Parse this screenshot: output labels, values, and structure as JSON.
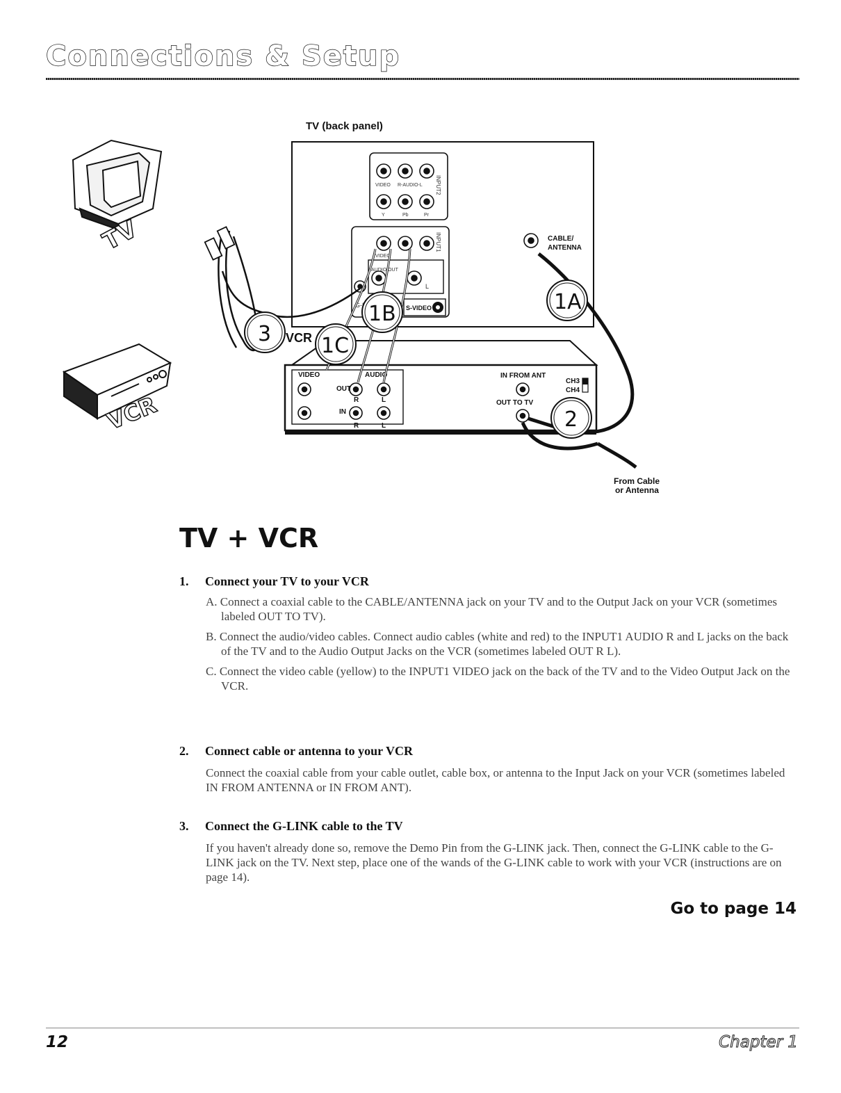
{
  "header": {
    "title": "Connections & Setup"
  },
  "diagram": {
    "tv_panel_title": "TV (back panel)",
    "tv_icon_label": "TV",
    "vcr_icon_label": "VCR",
    "input2_labels": {
      "video": "VIDEO",
      "audio": "R-AUDIO-L",
      "input": "INPUT2",
      "y": "Y",
      "pb": "Pb",
      "pr": "Pr"
    },
    "input1_labels": {
      "input": "INPUT1",
      "video": "VIDEO",
      "audio_out": "AUDIO OUT",
      "l": "L",
      "glink": "G-LINK",
      "svideo": "S-VIDEO"
    },
    "cable_antenna": [
      "CABLE/",
      "ANTENNA"
    ],
    "callouts": {
      "c1a": "1A",
      "c1b": "1B",
      "c1c": "1C",
      "c2": "2",
      "c3": "3"
    },
    "vcr_panel": {
      "tag": "VCR",
      "video": "VIDEO",
      "audio": "AUDIO",
      "out": "OUT",
      "in": "IN",
      "r": "R",
      "l": "L",
      "in_from_ant": "IN FROM ANT",
      "out_to_tv": "OUT TO TV",
      "ch3": "CH3",
      "ch4": "CH4"
    },
    "from_cable": [
      "From Cable",
      "or Antenna"
    ]
  },
  "section_title": "TV + VCR",
  "steps": [
    {
      "number": "1.",
      "heading": "Connect your TV to your VCR",
      "items": [
        {
          "letter": "A.",
          "text": "Connect a coaxial cable to the CABLE/ANTENNA jack on your TV and to the Output Jack on your VCR (sometimes labeled OUT TO TV)."
        },
        {
          "letter": "B.",
          "text": "Connect the audio/video cables. Connect audio cables (white and red) to the INPUT1 AUDIO R and L jacks on the back of the TV and to the Audio Output Jacks on the VCR (sometimes labeled OUT R L)."
        },
        {
          "letter": "C.",
          "text": "Connect the video cable (yellow) to the INPUT1 VIDEO jack on the back of the TV and to the Video Output Jack on the VCR."
        }
      ]
    },
    {
      "number": "2.",
      "heading": "Connect cable or antenna to your VCR",
      "text": "Connect the coaxial cable from your cable outlet, cable box, or antenna to the Input Jack on your VCR (sometimes labeled IN FROM ANTENNA or IN FROM ANT)."
    },
    {
      "number": "3.",
      "heading": "Connect the G-LINK cable to the TV",
      "text": "If you haven't already done so, remove the Demo Pin from the G-LINK jack. Then, connect the G-LINK cable to the G-LINK jack on the TV. Next step, place one of the wands of the G-LINK cable to work with your VCR (instructions are on page 14)."
    }
  ],
  "goto": "Go to page 14",
  "footer": {
    "page_number": "12",
    "chapter": "Chapter 1"
  }
}
